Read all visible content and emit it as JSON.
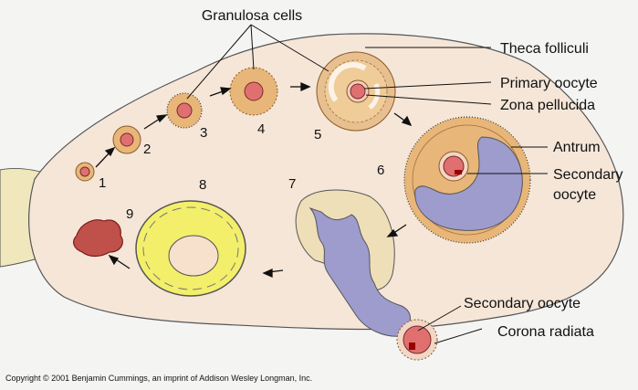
{
  "labels": {
    "granulosa_cells": "Granulosa cells",
    "theca_folliculi": "Theca folliculi",
    "primary_oocyte": "Primary oocyte",
    "zona_pellucida": "Zona pellucida",
    "antrum": "Antrum",
    "secondary_oocyte_1": "Secondary",
    "secondary_oocyte_2": "oocyte",
    "secondary_oocyte_lower": "Secondary oocyte",
    "corona_radiata": "Corona radiata"
  },
  "stages": [
    "1",
    "2",
    "3",
    "4",
    "5",
    "6",
    "7",
    "8",
    "9"
  ],
  "copyright": "Copyright © 2001 Benjamin Cummings, an imprint of Addison Wesley Longman, Inc.",
  "colors": {
    "ovary": "#f5e6d8",
    "ligament": "#f0e8bc",
    "granulosa": "#e8b678",
    "oocyte": "#e07070",
    "antrum": "#9d9ccd",
    "corpus_luteum": "#f3ef6a",
    "corpus_albicans": "#c0504a"
  }
}
